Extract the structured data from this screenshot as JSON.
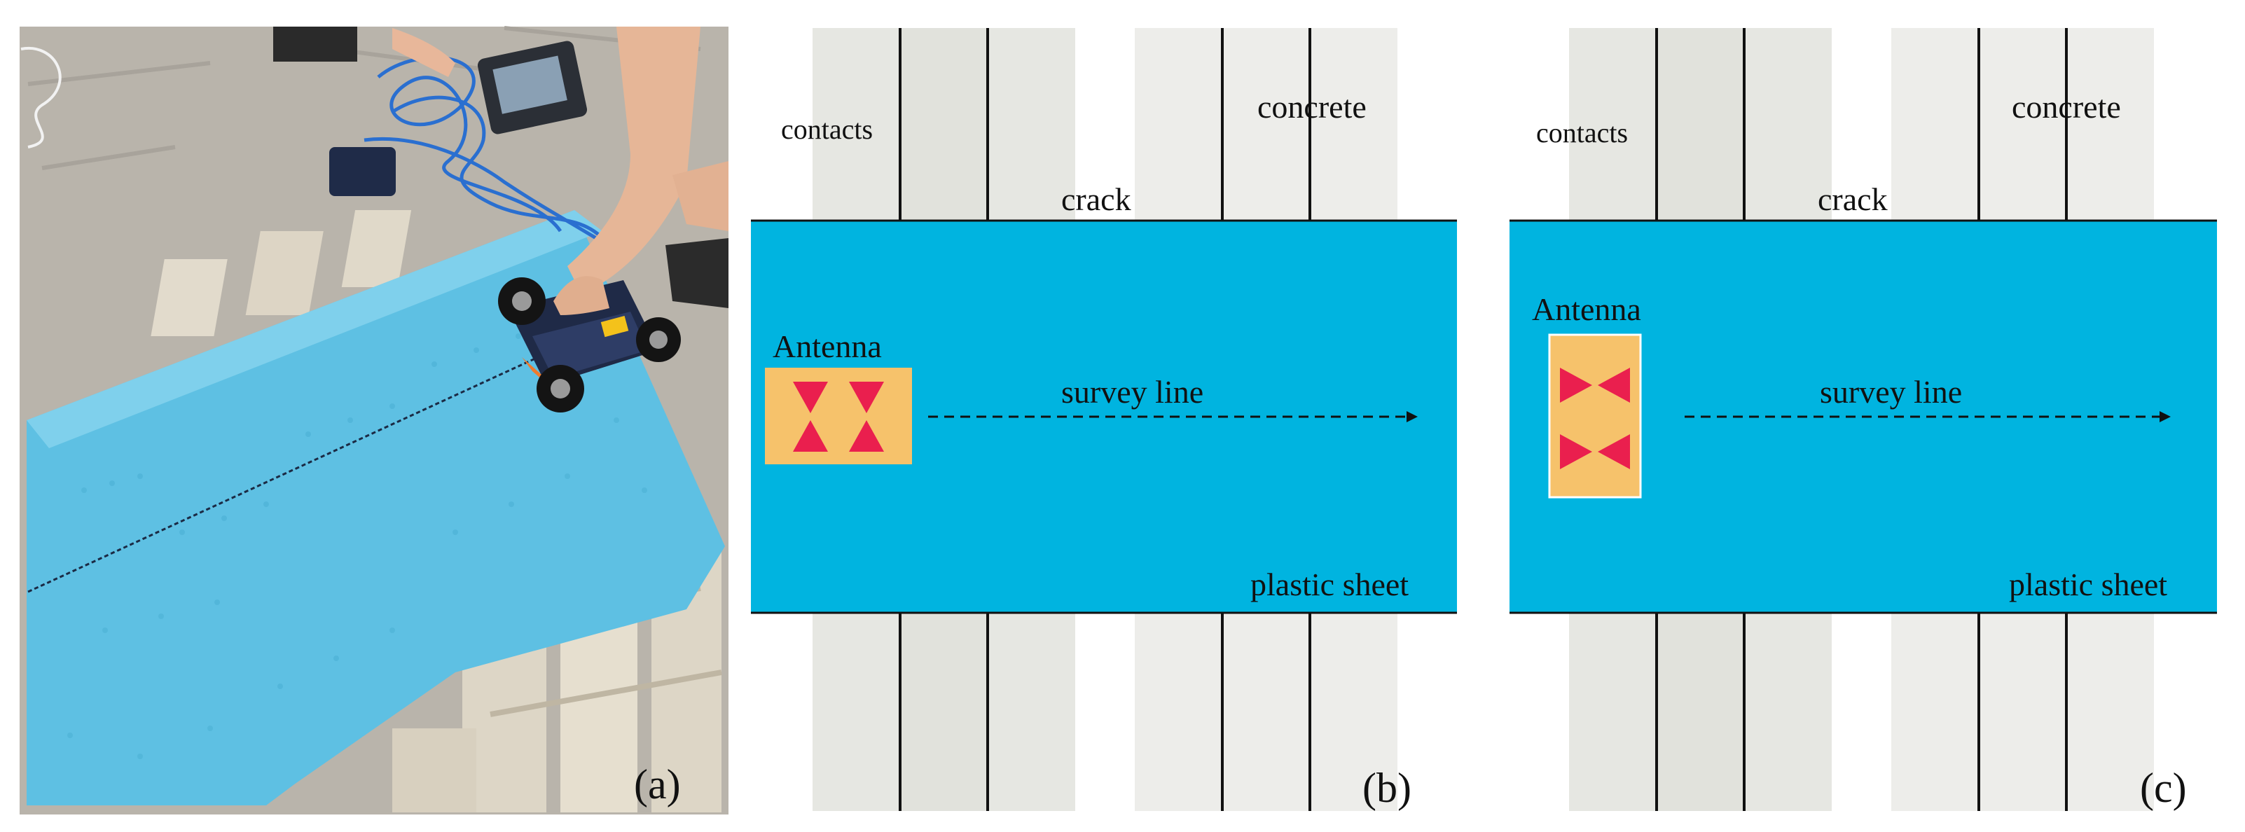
{
  "panels": [
    {
      "id": "a",
      "caption": "(a)"
    },
    {
      "id": "b",
      "caption": "(b)",
      "labels": {
        "contacts": "contacts",
        "concrete": "concrete",
        "crack": "crack",
        "antenna": "Antenna",
        "survey_line": "survey line",
        "plastic_sheet": "plastic sheet"
      },
      "antenna_orientation": "vertical-bowties"
    },
    {
      "id": "c",
      "caption": "(c)",
      "labels": {
        "contacts": "contacts",
        "concrete": "concrete",
        "crack": "crack",
        "antenna": "Antenna",
        "survey_line": "survey line",
        "plastic_sheet": "plastic sheet"
      },
      "antenna_orientation": "horizontal-bowties"
    }
  ],
  "colors": {
    "plastic_sheet": "#00b4e0",
    "antenna_body": "#f6c26b",
    "antenna_element": "#ea1f4e",
    "concrete_light": "#eeeeea",
    "concrete_dark": "#e2e3dd",
    "photo_sheet": "#5ec0e3",
    "photo_floor": "#b8b3aa",
    "photo_pallet": "#ddd6c6"
  }
}
